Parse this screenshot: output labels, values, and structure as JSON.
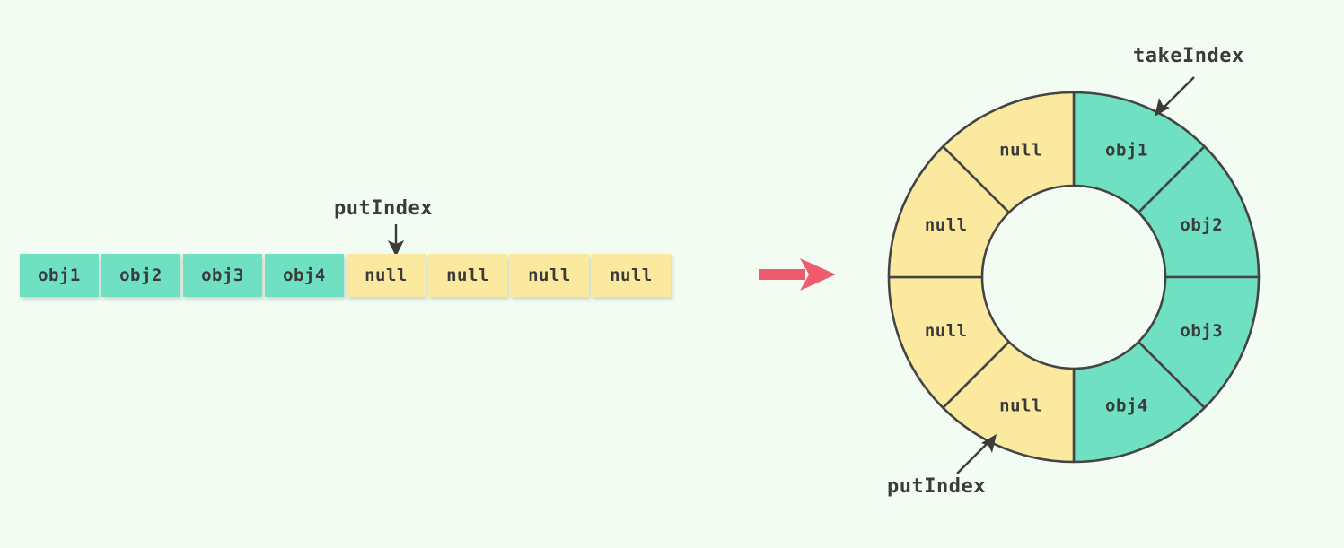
{
  "theme": {
    "background": "#f2fcf2",
    "filled_color": "#6fe0c2",
    "empty_color": "#fce9a0",
    "stroke_color": "#444444",
    "text_color": "#3b3b3b",
    "transition_arrow_color": "#ef5c6e"
  },
  "array_diagram": {
    "name": "linear-array",
    "cells": [
      {
        "label": "obj1",
        "state": "filled"
      },
      {
        "label": "obj2",
        "state": "filled"
      },
      {
        "label": "obj3",
        "state": "filled"
      },
      {
        "label": "obj4",
        "state": "filled"
      },
      {
        "label": "null",
        "state": "empty"
      },
      {
        "label": "null",
        "state": "empty"
      },
      {
        "label": "null",
        "state": "empty"
      },
      {
        "label": "null",
        "state": "empty"
      }
    ],
    "put_index_label": "putIndex",
    "put_index_cell": 4
  },
  "transition": {
    "icon": "right-arrow-icon",
    "color": "#ef5c6e"
  },
  "ring_diagram": {
    "name": "circular-buffer-ring",
    "segments": [
      {
        "label": "obj1",
        "state": "filled",
        "start_deg": 0,
        "end_deg": 45
      },
      {
        "label": "obj2",
        "state": "filled",
        "start_deg": 45,
        "end_deg": 90
      },
      {
        "label": "obj3",
        "state": "filled",
        "start_deg": 90,
        "end_deg": 135
      },
      {
        "label": "obj4",
        "state": "filled",
        "start_deg": 135,
        "end_deg": 180
      },
      {
        "label": "null",
        "state": "empty",
        "start_deg": 180,
        "end_deg": 225
      },
      {
        "label": "null",
        "state": "empty",
        "start_deg": 225,
        "end_deg": 270
      },
      {
        "label": "null",
        "state": "empty",
        "start_deg": 270,
        "end_deg": 315
      },
      {
        "label": "null",
        "state": "empty",
        "start_deg": 315,
        "end_deg": 360
      }
    ],
    "take_index_label": "takeIndex",
    "put_index_label": "putIndex",
    "outer_radius": 206,
    "inner_radius": 102
  },
  "chart_data": {
    "type": "pie",
    "title": "",
    "categories": [
      "obj1",
      "obj2",
      "obj3",
      "obj4",
      "null",
      "null",
      "null",
      "null"
    ],
    "values": [
      12.5,
      12.5,
      12.5,
      12.5,
      12.5,
      12.5,
      12.5,
      12.5
    ],
    "colors": [
      "#6fe0c2",
      "#6fe0c2",
      "#6fe0c2",
      "#6fe0c2",
      "#fce9a0",
      "#fce9a0",
      "#fce9a0",
      "#fce9a0"
    ],
    "annotations": [
      "takeIndex",
      "putIndex"
    ],
    "legend": "none",
    "grid": false
  }
}
